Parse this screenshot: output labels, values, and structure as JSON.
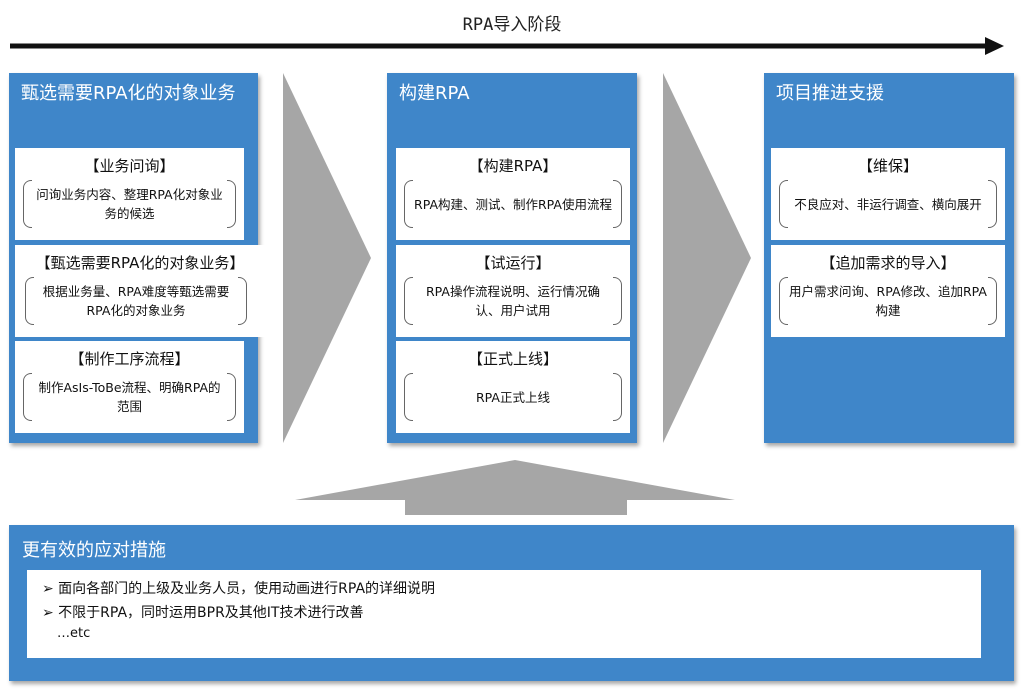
{
  "title": "RPA导入阶段",
  "phases": [
    {
      "title": "甄选需要RPA化的对象业务",
      "cards": [
        {
          "title": "【业务问询】",
          "body": "问询业务内容、整理RPA化对象业务的候选"
        },
        {
          "title": "【甄选需要RPA化的对象业务】",
          "body": "根据业务量、RPA难度等甄选需要RPA化的对象业务"
        },
        {
          "title": "【制作工序流程】",
          "body": "制作AsIs-ToBe流程、明确RPA的范围"
        }
      ]
    },
    {
      "title": "构建RPA",
      "cards": [
        {
          "title": "【构建RPA】",
          "body": "RPA构建、测试、制作RPA使用流程"
        },
        {
          "title": "【试运行】",
          "body": "RPA操作流程说明、运行情况确认、用户试用"
        },
        {
          "title": "【正式上线】",
          "body": "RPA正式上线"
        }
      ]
    },
    {
      "title": "项目推进支援",
      "cards": [
        {
          "title": "【维保】",
          "body": "不良应对、非运行调查、横向展开"
        },
        {
          "title": "【追加需求的导入】",
          "body": "用户需求问询、RPA修改、追加RPA构建"
        }
      ]
    }
  ],
  "measures": {
    "title": "更有效的应对措施",
    "items": [
      "➢ 面向各部门的上级及业务人员，使用动画进行RPA的详细说明",
      "➢ 不限于RPA，同时运用BPR及其他IT技术进行改善"
    ],
    "etc": "…etc"
  },
  "colors": {
    "phase_blue": "#3f86c9",
    "arrow_gray": "#a6a6a6",
    "timeline": "#111111"
  }
}
